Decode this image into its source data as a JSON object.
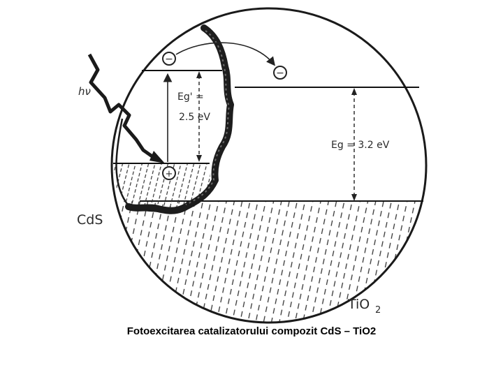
{
  "diagram": {
    "hv_label": "hν",
    "eg_cds_label_line1": "Eg' =",
    "eg_cds_label_line2": "2.5 eV",
    "eg_tio2_label": "Eg = 3.2 eV",
    "cds_label": "CdS",
    "tio2_label": "TiO",
    "tio2_subscript": "2",
    "electron_symbol": "−",
    "hole_symbol": "+"
  },
  "caption": "Fotoexcitarea catalizatorului compozit CdS – TiO2"
}
